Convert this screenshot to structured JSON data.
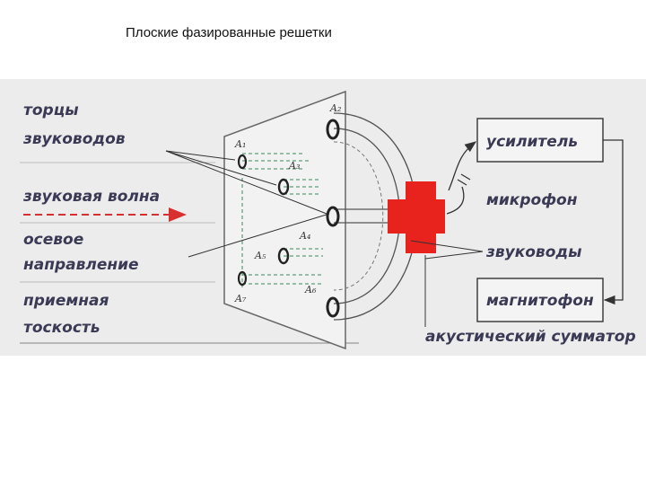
{
  "title": "Плоские фазированные решетки",
  "labels": {
    "torcy_line1": "торцы",
    "torcy_line2": "звуководов",
    "wave": "звуковая волна",
    "axis_line1": "осевое",
    "axis_line2": "направление",
    "plane_line1": "приемная",
    "plane_line2": "тоскость",
    "amplifier": "усилитель",
    "microphone": "микрофон",
    "waveguides": "звуководы",
    "recorder": "магнитофон",
    "summator": "акустический сумматор"
  },
  "points": {
    "a1": "A₁",
    "a2": "A₂",
    "a3": "A₃",
    "a4": "A₄",
    "a5": "A₅",
    "a6": "A₆",
    "a7": "A₇"
  },
  "colors": {
    "background": "#ececec",
    "accent_red": "#e8221c",
    "label": "#3a3a55",
    "wave_arrow": "#d83030"
  }
}
